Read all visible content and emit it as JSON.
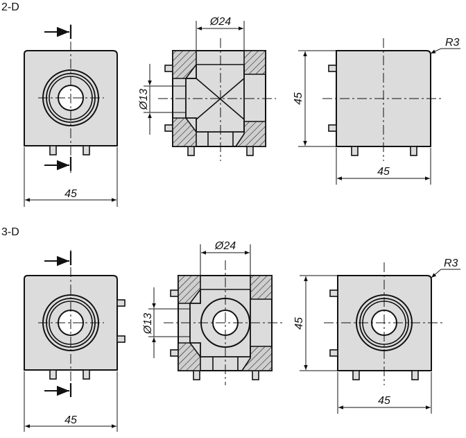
{
  "variants": [
    {
      "label": "2-D",
      "front_view": {
        "width_dim": "45"
      },
      "section_view": {
        "outer_dia": "Ø24",
        "inner_dia": "Ø13"
      },
      "side_view": {
        "height_dim": "45",
        "width_dim": "45",
        "radius": "R3"
      }
    },
    {
      "label": "3-D",
      "front_view": {
        "width_dim": "45"
      },
      "section_view": {
        "outer_dia": "Ø24",
        "inner_dia": "Ø13"
      },
      "side_view": {
        "height_dim": "45",
        "width_dim": "45",
        "radius": "R3"
      }
    }
  ],
  "colors": {
    "part_fill": "#dcdcdc",
    "hatch_fill": "#c8c8c8",
    "line": "#111111"
  }
}
